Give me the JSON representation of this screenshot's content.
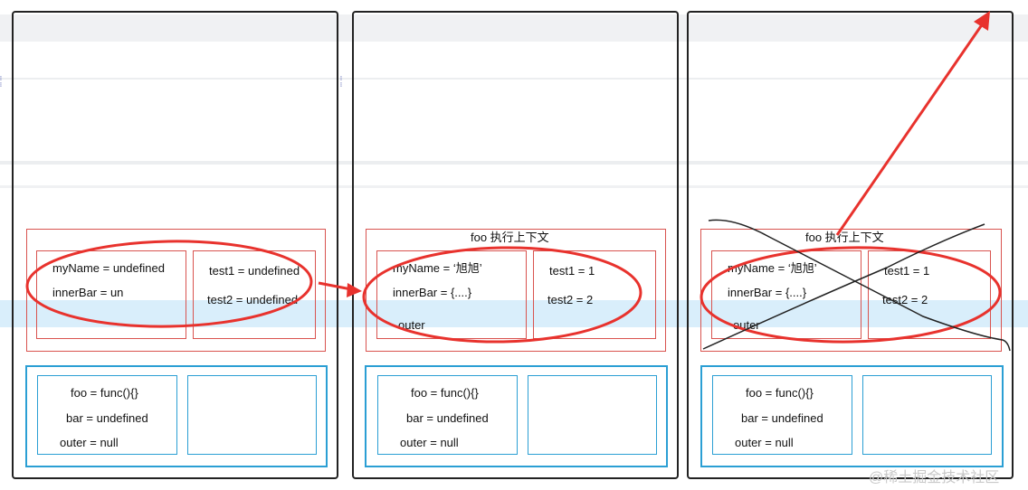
{
  "colors": {
    "context_border": "#d9534f",
    "global_border": "#2b9fd4",
    "annotation_red": "#e8322d",
    "frame": "#222222",
    "highlight_band": "#d9eefb",
    "cross_line": "#222222"
  },
  "panels": [
    {
      "context_title": "",
      "variable_env": [
        "myName = undefined",
        "innerBar = un"
      ],
      "lexical_env": [
        "test1 = undefined",
        "test2 = undefined"
      ],
      "global": [
        "foo = func(){}",
        "bar = undefined",
        "outer = null"
      ]
    },
    {
      "context_title": "foo 执行上下文",
      "variable_env": [
        "myName = ‘旭旭’",
        "innerBar = {....}",
        "outer"
      ],
      "lexical_env": [
        "test1 = 1",
        "test2 = 2"
      ],
      "global": [
        "foo = func(){}",
        "bar = undefined",
        "outer = null"
      ]
    },
    {
      "context_title": "foo 执行上下文",
      "variable_env": [
        "myName = ‘旭旭’",
        "innerBar = {....}",
        "outer"
      ],
      "lexical_env": [
        "test1 = 1",
        "test2 = 2"
      ],
      "global": [
        "foo = func(){}",
        "bar = undefined",
        "outer = null"
      ]
    }
  ],
  "watermark": "@稀土掘金技术社区"
}
